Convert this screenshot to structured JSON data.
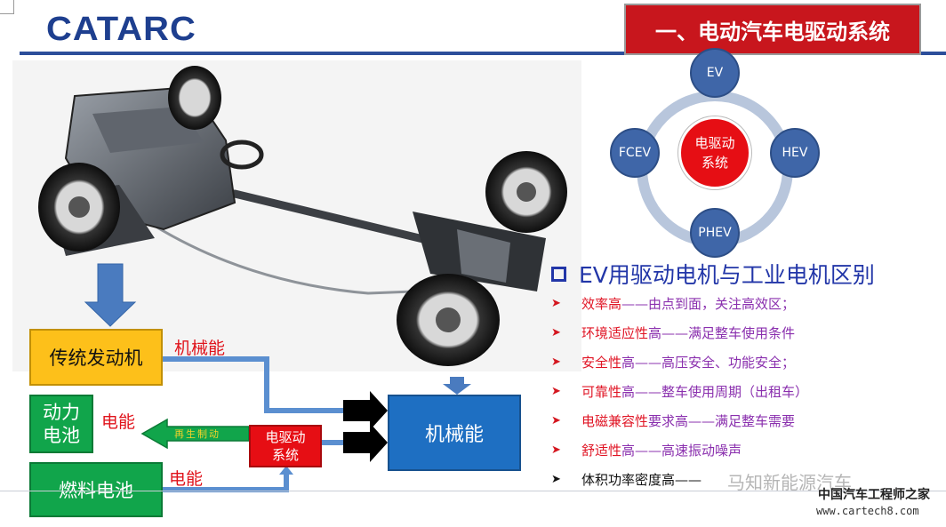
{
  "header": {
    "logo_text": "CATARC",
    "title": "一、电动汽车电驱动系统"
  },
  "cycle": {
    "center_line1": "电驱动",
    "center_line2": "系统",
    "nodes": [
      "EV",
      "HEV",
      "PHEV",
      "FCEV"
    ]
  },
  "section": {
    "title": "EV用驱动电机与工业电机区别",
    "bullets": [
      {
        "highlight": "效率高",
        "rest": "——由点到面，关注高效区；"
      },
      {
        "highlight": "环境适应性",
        "rest": "高——满足整车使用条件"
      },
      {
        "highlight": "安全性",
        "rest": "高——高压安全、功能安全；"
      },
      {
        "highlight": "可靠性",
        "rest": "高——整车使用周期（出租车）"
      },
      {
        "highlight": "电磁兼容性",
        "rest": "要求高——满足整车需要"
      },
      {
        "highlight": "舒适性",
        "rest": "高——高速振动噪声"
      },
      {
        "highlight": "",
        "rest": "体积功率密度高——"
      }
    ]
  },
  "flow": {
    "engine": "传统发动机",
    "battery_line1": "动力",
    "battery_line2": "电池",
    "fuel_cell": "燃料电池",
    "mechanical_energy_box": "机械能",
    "drive_line1": "电驱动",
    "drive_line2": "系统",
    "label_mech": "机械能",
    "label_elec_top": "电能",
    "label_elec_bottom": "电能",
    "regen": "再生制动"
  },
  "watermark": {
    "text": "马知新能源汽车",
    "logo": "中国汽车工程师之家",
    "url": "www.cartech8.com"
  },
  "colors": {
    "brand_blue": "#1e3f8f",
    "title_red": "#c8161d",
    "node_blue": "#3f66a8",
    "engine_yellow": "#fdc01a",
    "battery_green": "#11a54b",
    "mech_blue": "#1e6fc2",
    "drive_red": "#e60e14"
  }
}
